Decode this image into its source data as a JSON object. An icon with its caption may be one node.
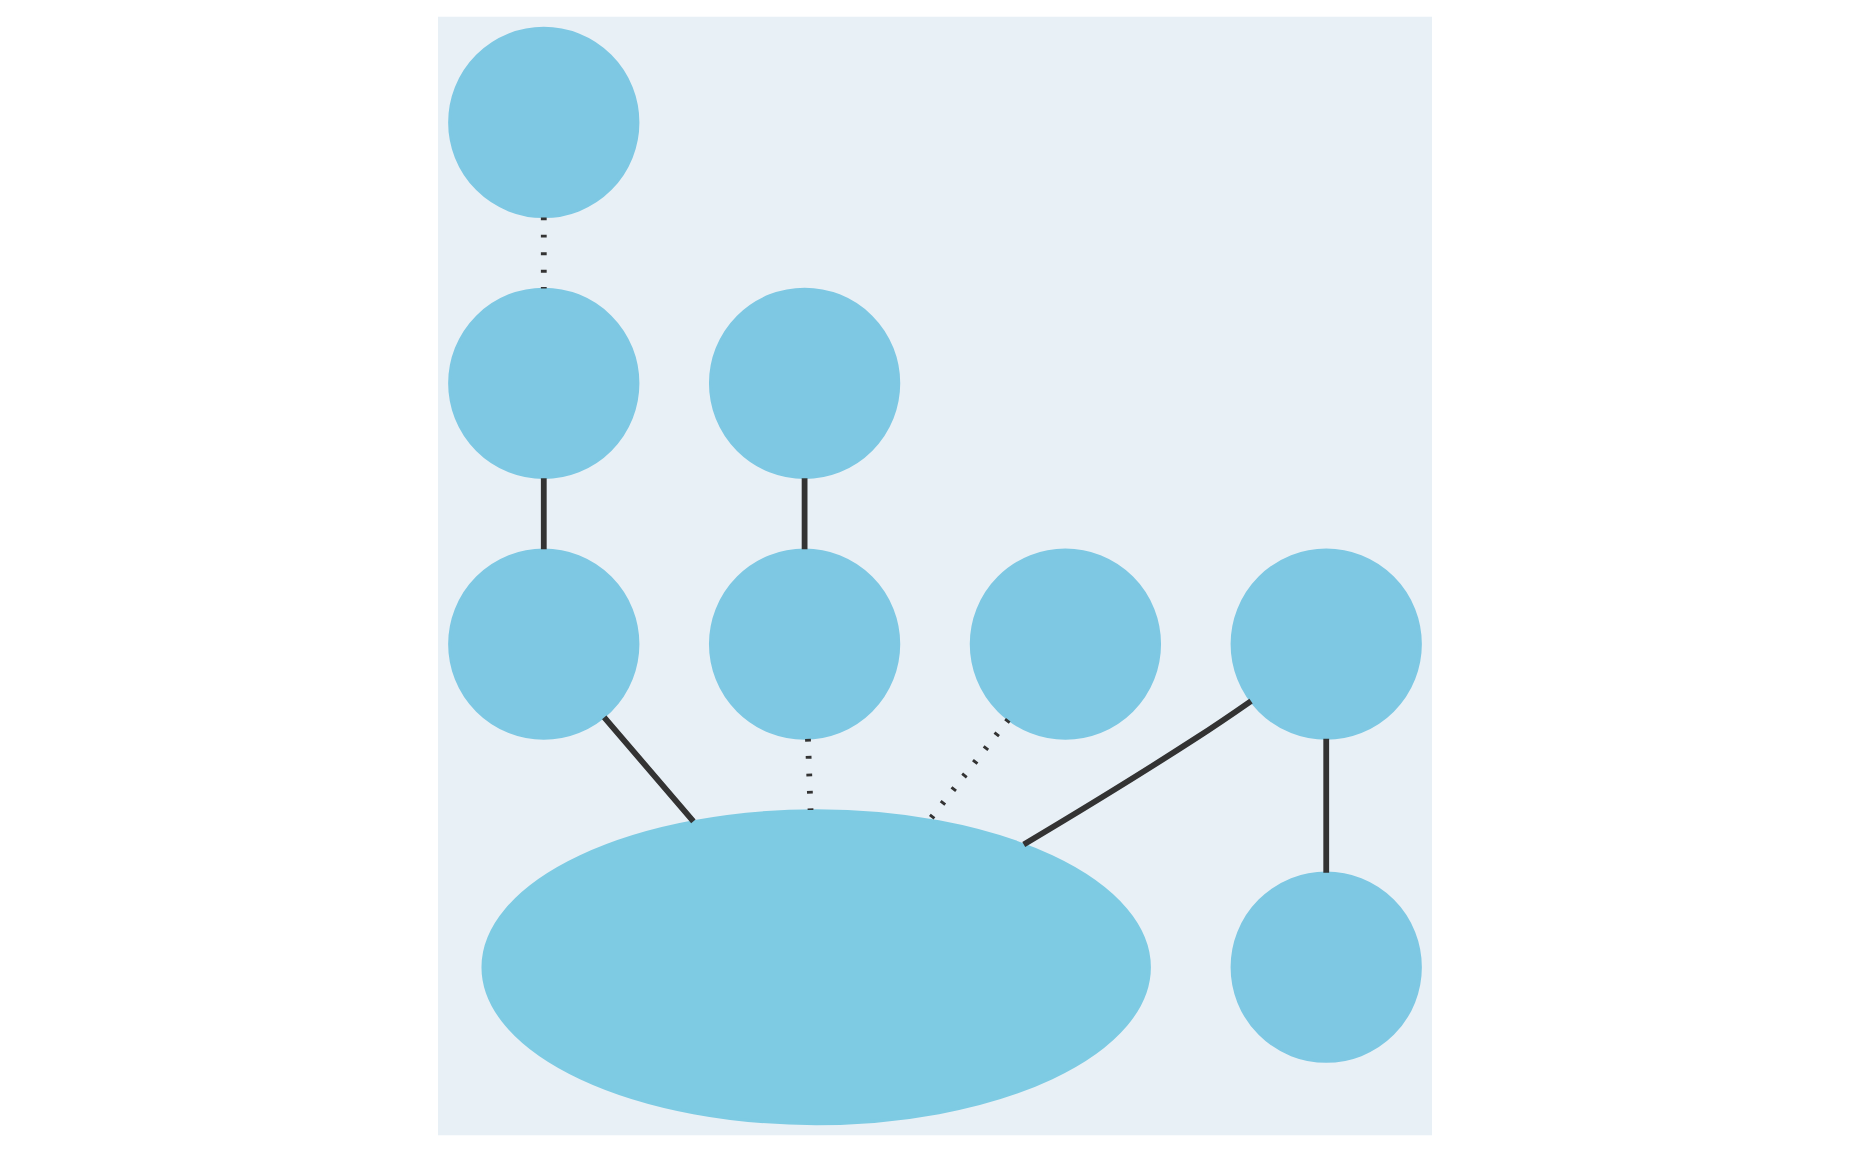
{
  "diagram": {
    "nodes": [
      {
        "text": [],
        "shape": "circle"
      },
      {
        "text": [],
        "shape": "circle"
      },
      {
        "text": [],
        "shape": "circle"
      },
      {
        "text": [],
        "shape": "circle"
      },
      {
        "text": [],
        "shape": "circle"
      },
      {
        "text": [],
        "shape": "circle"
      },
      {
        "text": [],
        "shape": "circle"
      },
      {
        "text": [],
        "shape": "circle"
      },
      {
        "text": [],
        "shape": "cloud"
      }
    ],
    "edges": [
      {
        "from": 0,
        "to": 2,
        "arrow": "none",
        "style": "dashed"
      },
      {
        "from": 2,
        "to": 7,
        "arrow": "none"
      },
      {
        "from": 1,
        "to": 3,
        "arrow": "none"
      },
      {
        "from": 3,
        "to": 8,
        "arrow": "none",
        "style": "dashed"
      },
      {
        "from": 4,
        "to": 8,
        "arrow": "none",
        "style": "dashed"
      },
      {
        "from": 7,
        "to": 8,
        "arrow": "none"
      },
      {
        "from": 5,
        "to": 8,
        "arrow": "none"
      },
      {
        "from": 5,
        "to": 6,
        "arrow": "none"
      }
    ]
  }
}
